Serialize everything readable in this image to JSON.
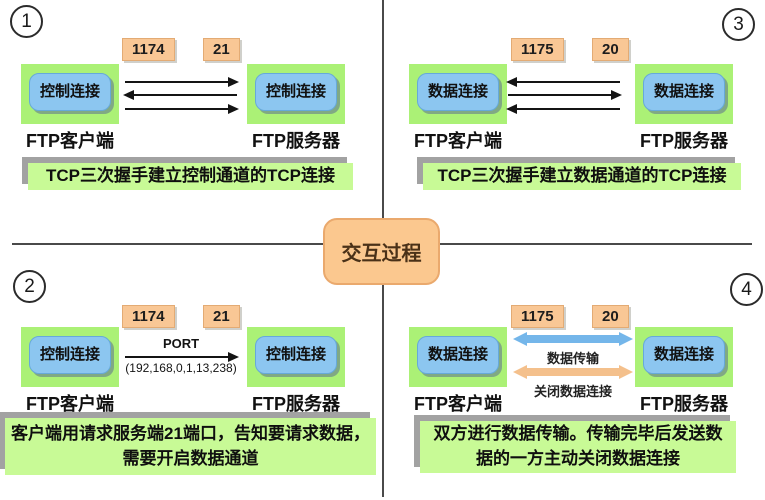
{
  "center": {
    "title": "交互过程"
  },
  "quadrants": [
    {
      "badge": "1",
      "port_left": "1174",
      "port_right": "21",
      "node_left": "控制连接",
      "node_right": "控制连接",
      "label_left": "FTP客户端",
      "label_right": "FTP服务器",
      "caption_lines": [
        "TCP三次握手建立控制通道的TCP连接"
      ]
    },
    {
      "badge": "2",
      "port_left": "1174",
      "port_right": "21",
      "node_left": "控制连接",
      "node_right": "控制连接",
      "label_left": "FTP客户端",
      "label_right": "FTP服务器",
      "arrow_command": "PORT",
      "arrow_args": "(192,168,0,1,13,238)",
      "caption_lines": [
        "客户端用请求服务端21端口，告知要请求数据，",
        "需要开启数据通道"
      ]
    },
    {
      "badge": "3",
      "port_left": "1175",
      "port_right": "20",
      "node_left": "数据连接",
      "node_right": "数据连接",
      "label_left": "FTP客户端",
      "label_right": "FTP服务器",
      "caption_lines": [
        "TCP三次握手建立数据通道的TCP连接"
      ]
    },
    {
      "badge": "4",
      "port_left": "1175",
      "port_right": "20",
      "node_left": "数据连接",
      "node_right": "数据连接",
      "label_left": "FTP客户端",
      "label_right": "FTP服务器",
      "transfer_label": "数据传输",
      "close_label": "关闭数据连接",
      "caption_lines": [
        "双方进行数据传输。传输完毕后发送数",
        "据的一方主动关闭数据连接"
      ]
    }
  ],
  "colors": {
    "node_pad_green": "#abf176",
    "caption_green": "#c8fa96",
    "chip_blue": "#8cc6f0",
    "port_tag_orange": "#f9c795",
    "center_box_orange": "#fbc88f",
    "transfer_arrow_blue": "#74b6ea",
    "close_arrow_orange": "#f4c08c",
    "divider_gray": "#4a4a4a"
  }
}
